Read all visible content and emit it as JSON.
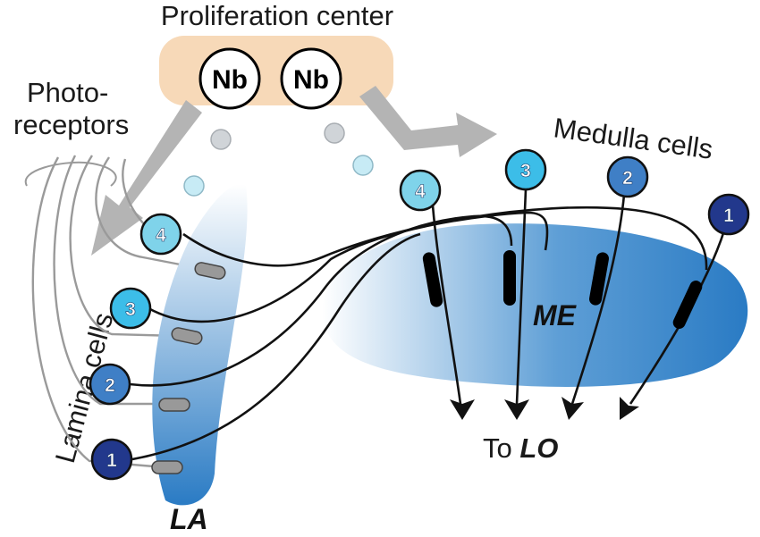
{
  "labels": {
    "proliferation_center": "Proliferation center",
    "photo_line1": "Photo-",
    "photo_line2": "receptors",
    "medulla_cells": "Medulla cells",
    "lamina_cells": "Lamina cells",
    "to": "To",
    "lo": "LO",
    "me": "ME",
    "la": "LA"
  },
  "neuroblasts": [
    {
      "label": "Nb"
    },
    {
      "label": "Nb"
    }
  ],
  "lamina_cells": [
    {
      "num": "4",
      "color": "#7fd3ea"
    },
    {
      "num": "3",
      "color": "#3cbde8"
    },
    {
      "num": "2",
      "color": "#3f7fc6"
    },
    {
      "num": "1",
      "color": "#22388c"
    }
  ],
  "medulla_cells": [
    {
      "num": "4",
      "color": "#7fd3ea"
    },
    {
      "num": "3",
      "color": "#3cbde8"
    },
    {
      "num": "2",
      "color": "#3f7fc6"
    },
    {
      "num": "1",
      "color": "#22388c"
    }
  ],
  "colors": {
    "proliferation_bg": "#f7d9b8",
    "arrow": "#b4b4b4",
    "progenitor": "#d0d4d8",
    "progenitor_blue": "#c7ebf5",
    "region_dark": "#2a7bc4",
    "region_light": "#ffffff"
  }
}
